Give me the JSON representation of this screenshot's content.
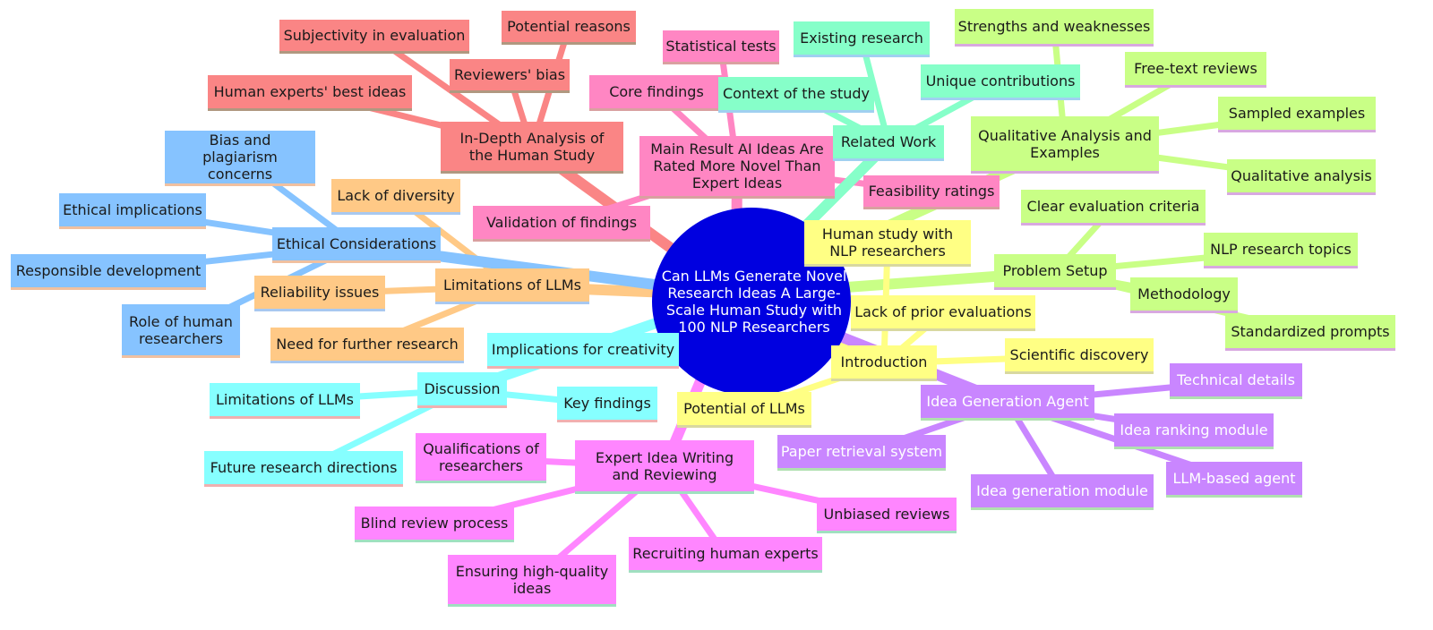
{
  "colors": {
    "red": "#fa8585",
    "pink": "#ff86c3",
    "teal": "#86ffc9",
    "lime": "#c9ff86",
    "yellow": "#ffff84",
    "purple": "#c986ff",
    "cyan": "#86ffff",
    "orange": "#ffc986",
    "blue": "#86c3ff",
    "magenta": "#ff86ff",
    "root": "#0000e0"
  },
  "root": {
    "label": "Can LLMs Generate Novel Research Ideas A Large-Scale Human Study with 100 NLP Researchers"
  },
  "branches": {
    "human_study": {
      "label": "In-Depth Analysis of the Human Study",
      "children": [
        "Subjectivity in evaluation",
        "Potential reasons",
        "Reviewers' bias",
        "Human experts' best ideas"
      ]
    },
    "main_result": {
      "label": "Main Result AI Ideas Are Rated More Novel Than Expert Ideas",
      "children": [
        "Statistical tests",
        "Core findings",
        "Feasibility ratings",
        "Validation of findings"
      ]
    },
    "related_work": {
      "label": "Related Work",
      "children": [
        "Existing research",
        "Context of the study",
        "Unique contributions"
      ]
    },
    "qualitative": {
      "label": "Qualitative Analysis and Examples",
      "children": [
        "Strengths and weaknesses",
        "Free-text reviews",
        "Sampled examples",
        "Qualitative analysis"
      ]
    },
    "problem_setup": {
      "label": "Problem Setup",
      "children": [
        "Clear evaluation criteria",
        "NLP research topics",
        "Methodology",
        "Standardized prompts"
      ]
    },
    "introduction": {
      "label": "Introduction",
      "children": [
        "Human study with NLP researchers",
        "Lack of prior evaluations",
        "Scientific discovery",
        "Potential of LLMs"
      ]
    },
    "agent": {
      "label": "Idea Generation Agent",
      "children": [
        "Technical details",
        "Idea ranking module",
        "LLM-based agent",
        "Paper retrieval system",
        "Idea generation module"
      ]
    },
    "expert": {
      "label": "Expert Idea Writing and Reviewing",
      "children": [
        "Qualifications of researchers",
        "Blind review process",
        "Ensuring high-quality ideas",
        "Recruiting human experts",
        "Unbiased reviews"
      ]
    },
    "discussion": {
      "label": "Discussion",
      "children": [
        "Implications for creativity",
        "Limitations of LLMs",
        "Key findings",
        "Future research directions"
      ]
    },
    "limitations": {
      "label": "Limitations of LLMs",
      "children": [
        "Lack of diversity",
        "Reliability issues",
        "Need for further research"
      ]
    },
    "ethical": {
      "label": "Ethical Considerations",
      "children": [
        "Bias and plagiarism concerns",
        "Ethical implications",
        "Responsible development",
        "Role of human researchers"
      ]
    }
  }
}
